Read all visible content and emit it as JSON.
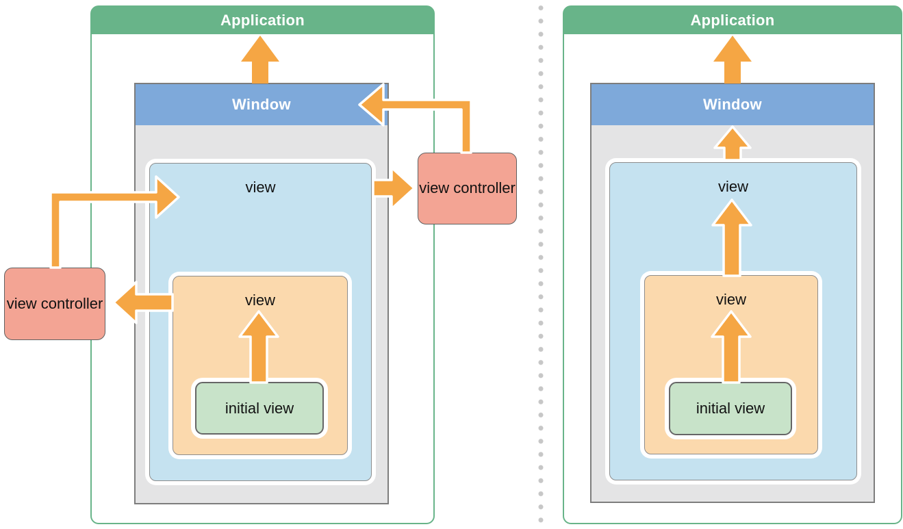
{
  "left_diagram": {
    "application_label": "Application",
    "window_label": "Window",
    "root_view_label": "view",
    "subview_label": "view",
    "initial_view_label": "initial view",
    "left_view_controller_label": "view controller",
    "right_view_controller_label": "view controller",
    "connections": [
      {
        "from": "initial view",
        "to": "view (subview)"
      },
      {
        "from": "view (subview)",
        "to": "view controller (left)"
      },
      {
        "from": "view controller (left)",
        "to": "view (root)"
      },
      {
        "from": "view (root)",
        "to": "view controller (right)"
      },
      {
        "from": "view controller (right)",
        "to": "Window"
      },
      {
        "from": "Window",
        "to": "Application"
      }
    ]
  },
  "right_diagram": {
    "application_label": "Application",
    "window_label": "Window",
    "root_view_label": "view",
    "subview_label": "view",
    "initial_view_label": "initial view",
    "connections": [
      {
        "from": "initial view",
        "to": "view (subview)"
      },
      {
        "from": "view (subview)",
        "to": "view (root)"
      },
      {
        "from": "view (root)",
        "to": "Window"
      },
      {
        "from": "Window",
        "to": "Application"
      }
    ]
  },
  "colors": {
    "application_green": "#68b489",
    "window_header_blue": "#7ea9da",
    "window_body_gray": "#e4e4e5",
    "root_view_blue": "#c5e2f0",
    "subview_orange": "#fbd9ad",
    "initial_view_green": "#c8e3c9",
    "view_controller_pink": "#f3a494",
    "arrow_orange": "#f5a644",
    "divider_dot_gray": "#c7c7c7"
  }
}
